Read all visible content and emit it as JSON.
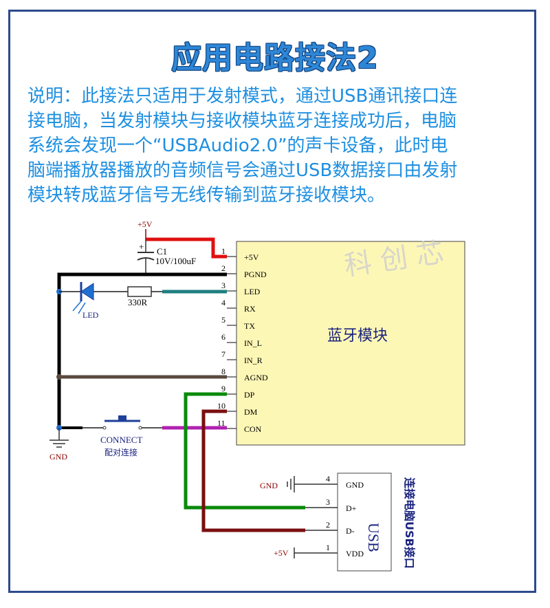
{
  "title": "应用电路接法2",
  "description_lines": [
    "说明：此接法只适用于发射模式，通过USB通讯接口连",
    "接电脑，当发射模块与接收模块蓝牙连接成功后，电脑",
    "系统会发现一个“USBAudio2.0”的声卡设备，此时电",
    "脑端播放器播放的音频信号会通过USB数据接口由发射",
    "模块转成蓝牙信号无线传输到蓝牙接收模块。"
  ],
  "watermark": "科 创 芯",
  "module": {
    "label": "蓝牙模块",
    "pins": [
      {
        "num": "1",
        "name": "+5V"
      },
      {
        "num": "2",
        "name": "PGND"
      },
      {
        "num": "3",
        "name": "LED"
      },
      {
        "num": "4",
        "name": "RX"
      },
      {
        "num": "5",
        "name": "TX"
      },
      {
        "num": "6",
        "name": "IN_L"
      },
      {
        "num": "7",
        "name": "IN_R"
      },
      {
        "num": "8",
        "name": "AGND"
      },
      {
        "num": "9",
        "name": "DP"
      },
      {
        "num": "10",
        "name": "DM"
      },
      {
        "num": "11",
        "name": "CON"
      }
    ]
  },
  "components": {
    "supply_label": "+5V",
    "cap_name": "C1",
    "cap_plus": "+",
    "cap_value": "10V/100uF",
    "resistor": "330R",
    "led": "LED",
    "gnd": "GND",
    "button": "CONNECT",
    "button_cn": "配对连接"
  },
  "usb": {
    "label": "USB",
    "side_label": "连接电脑USB接口",
    "gnd_label": "GND",
    "vdd_label": "+5V",
    "pins": [
      {
        "num": "4",
        "name": "GND"
      },
      {
        "num": "3",
        "name": "D+"
      },
      {
        "num": "2",
        "name": "D-"
      },
      {
        "num": "1",
        "name": "VDD"
      }
    ]
  },
  "colors": {
    "title": "#2e86d6",
    "text": "#1e8fe0",
    "module_fill": "#fdf7b6",
    "wire_red": "#e01010",
    "wire_black": "#000000",
    "wire_teal": "#1f7f7f",
    "wire_brown": "#5a4a40",
    "wire_green": "#0a8a0a",
    "wire_maroon": "#7a1010",
    "wire_magenta": "#b020b0"
  }
}
